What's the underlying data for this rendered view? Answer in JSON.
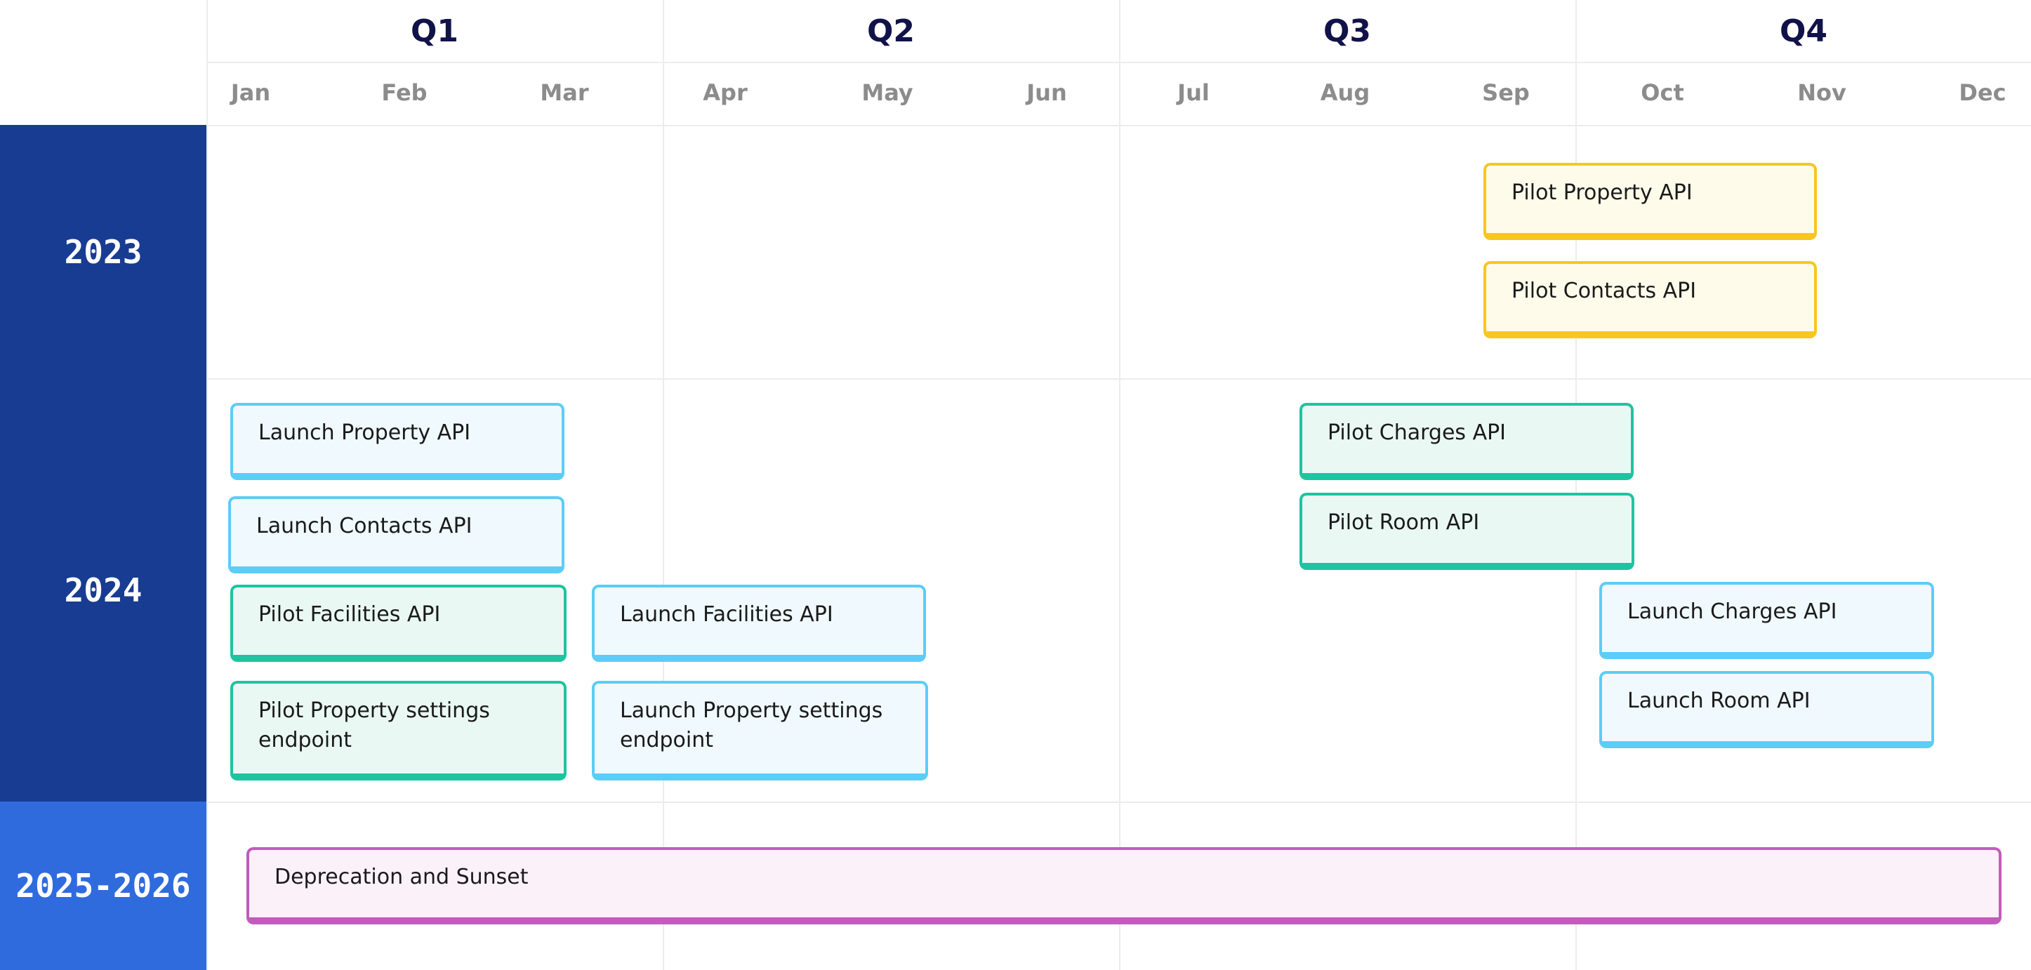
{
  "quarters": [
    {
      "label": "Q1"
    },
    {
      "label": "Q2"
    },
    {
      "label": "Q3"
    },
    {
      "label": "Q4"
    }
  ],
  "months": [
    "Jan",
    "Feb",
    "Mar",
    "Apr",
    "May",
    "Jun",
    "Jul",
    "Aug",
    "Sep",
    "Oct",
    "Nov",
    "Dec"
  ],
  "years": [
    {
      "label": "2023",
      "color": "#183c91"
    },
    {
      "label": "2024",
      "color": "#183c91"
    },
    {
      "label": "2025-2026",
      "color": "#2f6bdd"
    }
  ],
  "milestones": [
    {
      "label": "Pilot Property API",
      "type": "pilot-2023",
      "year": "2023"
    },
    {
      "label": "Pilot Contacts API",
      "type": "pilot-2023",
      "year": "2023"
    },
    {
      "label": "Launch Property API",
      "type": "launch",
      "year": "2024"
    },
    {
      "label": "Launch Contacts API",
      "type": "launch",
      "year": "2024"
    },
    {
      "label": "Pilot Facilities API",
      "type": "pilot",
      "year": "2024"
    },
    {
      "label": "Pilot Property settings endpoint",
      "type": "pilot",
      "year": "2024"
    },
    {
      "label": "Launch Facilities API",
      "type": "launch",
      "year": "2024"
    },
    {
      "label": "Launch Property settings endpoint",
      "type": "launch",
      "year": "2024"
    },
    {
      "label": "Pilot Charges API",
      "type": "pilot",
      "year": "2024"
    },
    {
      "label": "Pilot Room API",
      "type": "pilot",
      "year": "2024"
    },
    {
      "label": "Launch Charges API",
      "type": "launch",
      "year": "2024"
    },
    {
      "label": "Launch Room API",
      "type": "launch",
      "year": "2024"
    },
    {
      "label": "Deprecation and Sunset",
      "type": "sunset",
      "year": "2025-2026"
    }
  ],
  "colors": {
    "launch": "#5ccdf7",
    "pilot": "#1ec4a0",
    "pilot_2023": "#f8c61f",
    "sunset": "#c25bbd",
    "quarter_text": "#12124a",
    "month_text": "#8c8c8c"
  }
}
